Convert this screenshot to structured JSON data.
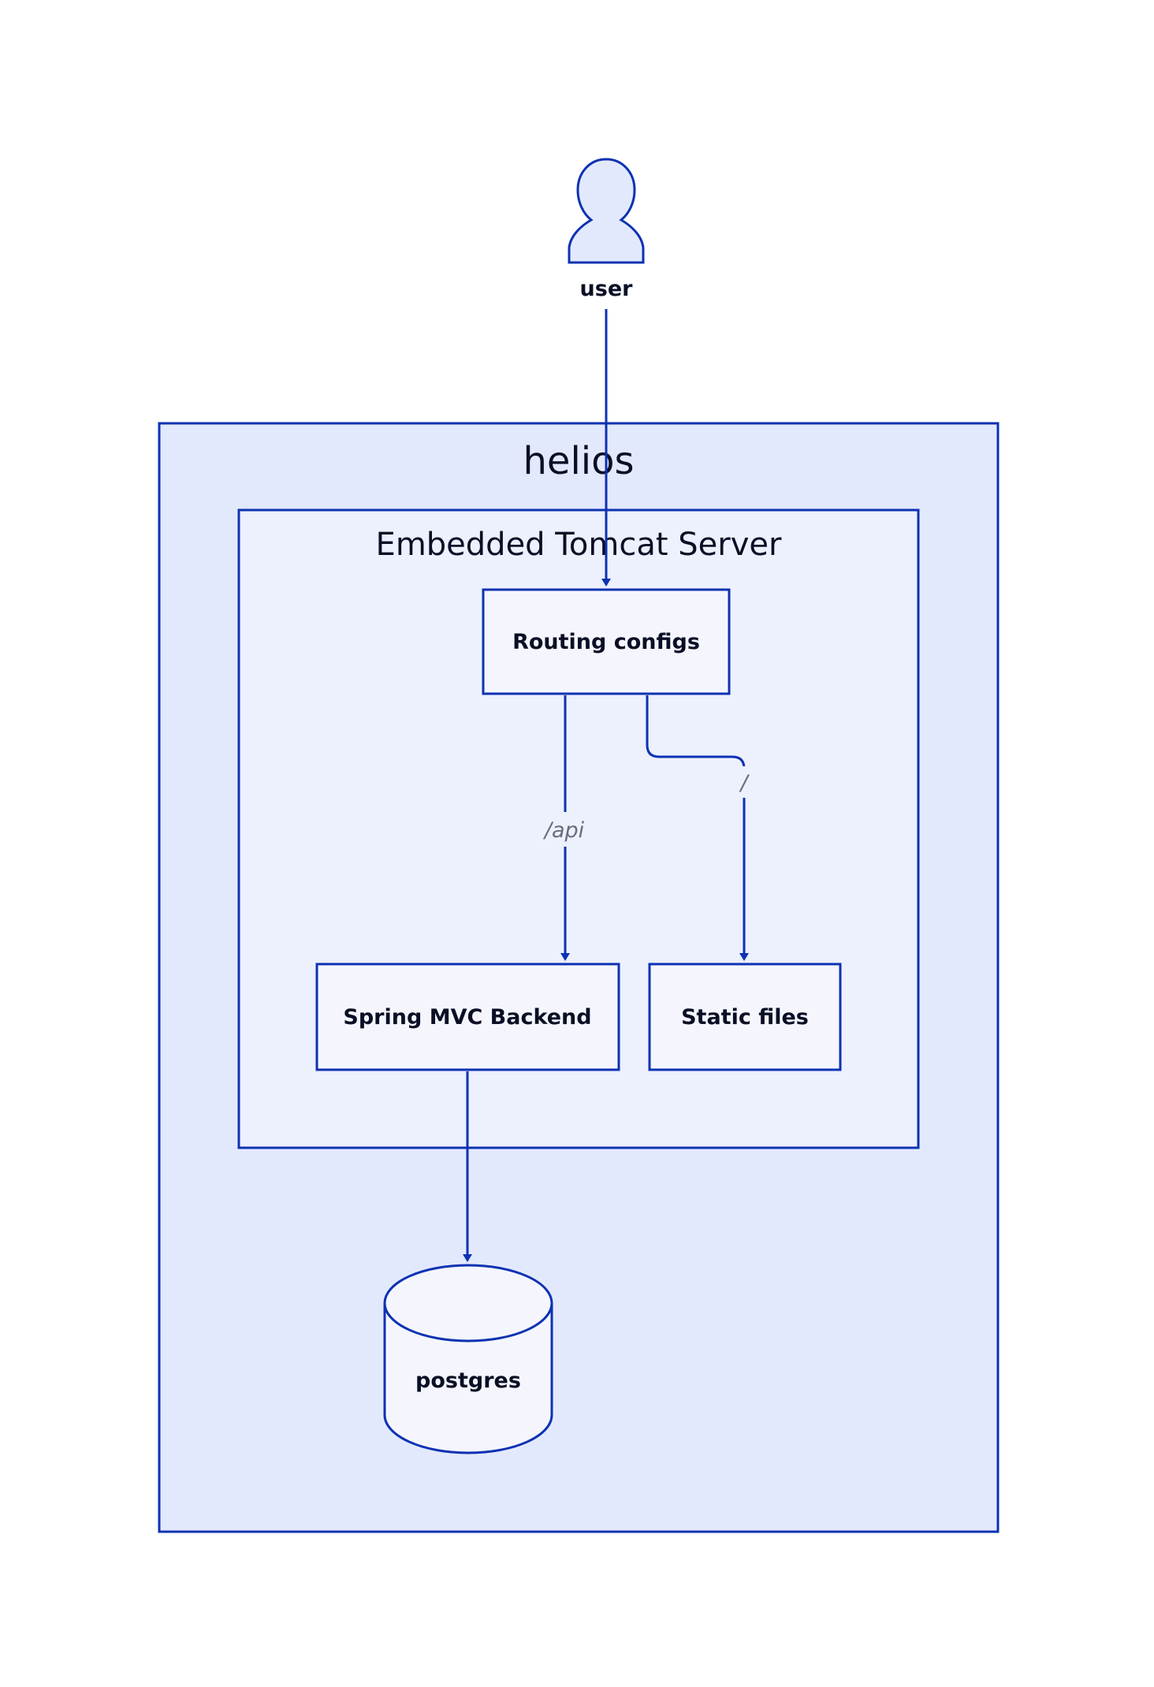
{
  "user": {
    "label": "user"
  },
  "outer_container": {
    "title": "helios"
  },
  "inner_container": {
    "title": "Embedded Tomcat Server"
  },
  "nodes": {
    "routing": "Routing configs",
    "backend": "Spring MVC Backend",
    "static": "Static files",
    "database": "postgres"
  },
  "edges": {
    "api_label": "/api",
    "root_label": "/"
  },
  "colors": {
    "stroke": "#0d32b2",
    "outer_fill": "#e3e9fd",
    "inner_fill": "#edf0fd",
    "node_fill": "#f5f6fd",
    "text": "#0a0f25",
    "edge_label": "#676c7e"
  }
}
